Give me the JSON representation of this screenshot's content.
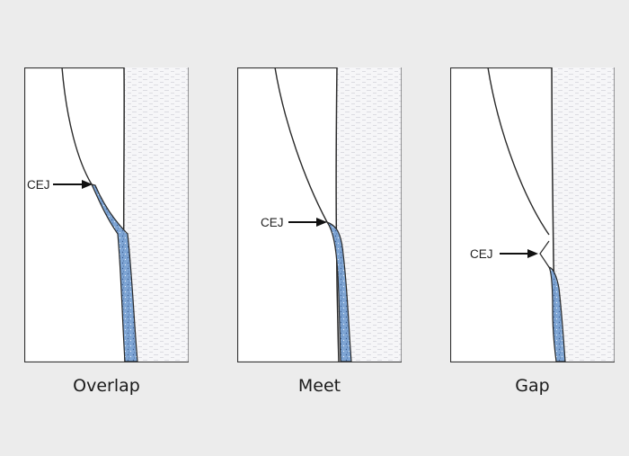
{
  "panels": [
    {
      "cej_label": "CEJ",
      "caption": "Overlap"
    },
    {
      "cej_label": "CEJ",
      "caption": "Meet"
    },
    {
      "cej_label": "CEJ",
      "caption": "Gap"
    }
  ],
  "colors": {
    "background": "#ececec",
    "cementum": "#7fa6d4",
    "dentin_texture": "#f3f3f5",
    "outline": "#2a2a2a"
  }
}
